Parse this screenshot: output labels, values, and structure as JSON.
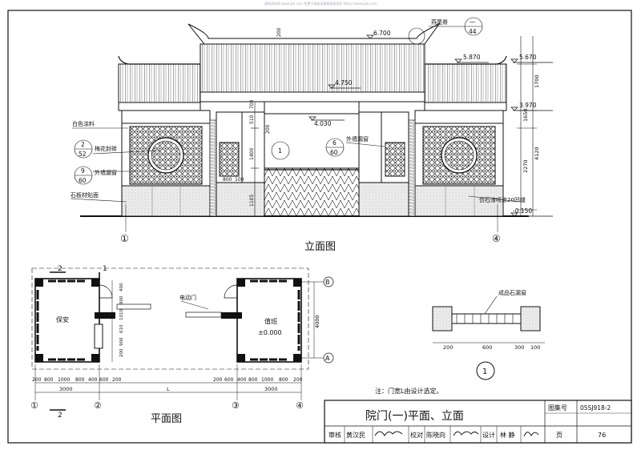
{
  "watermark": "建筑资料网 www.jzzl.com 免费下载各类建筑图纸资料 https://www.jzzl.com",
  "elevation": {
    "title": "立面图",
    "levels": [
      "6.700",
      "5.870",
      "5.670",
      "4.750",
      "3.970",
      "4.030",
      "-0.150"
    ],
    "dims_right": [
      "1700",
      "1650",
      "2270",
      "4120"
    ],
    "dims_left": [
      "510",
      "1400",
      "700",
      "200",
      "1105"
    ],
    "dims_mid": [
      "800",
      "100"
    ],
    "dim_roof": "200",
    "labels": {
      "white_paint": "白色涂料",
      "plum_frame": "梅花封砖",
      "outer_window": "外墙漏窗",
      "stone_base": "石板材贴面",
      "faux_stone": "仿石漆喷涂20凹缝",
      "swallow_ridge": "燕尾脊",
      "outer_window_2": "外墙漏窗"
    },
    "refs": [
      {
        "num": "2",
        "sheet": "52"
      },
      {
        "num": "9",
        "sheet": "60"
      },
      {
        "num": "6",
        "sheet": "60"
      },
      {
        "num": "1",
        "sheet": ""
      },
      {
        "num": "—",
        "sheet": "44"
      }
    ],
    "axes": [
      "①",
      "④"
    ]
  },
  "plan": {
    "title": "平面图",
    "room_left": "保安",
    "room_right": "值班",
    "level": "±0.000",
    "gate_label": "电动门",
    "dims_bottom_a": [
      "200",
      "800",
      "1000",
      "800",
      "400",
      "600",
      "200",
      "200",
      "600",
      "400",
      "800",
      "1000",
      "800",
      "200"
    ],
    "dims_bottom_b": [
      "3000",
      "L",
      "3000"
    ],
    "dims_left": [
      "200",
      "900",
      "610",
      "1010",
      "900",
      "400"
    ],
    "dims_right": [
      "4000"
    ],
    "axes_bottom": [
      "①",
      "②",
      "③",
      "④"
    ],
    "axes_right": [
      "B",
      "A"
    ],
    "section_marks": [
      "2",
      "1",
      "2"
    ]
  },
  "detail": {
    "label": "成品石漏窗",
    "dims": [
      "200",
      "600",
      "300",
      "100"
    ],
    "number": "1"
  },
  "note": "注：门宽L由设计选定。",
  "title_block": {
    "drawing_name": "院门(一)平面、立面",
    "atlas_label": "图集号",
    "atlas_no": "05SJ918-2",
    "review_label": "审核",
    "review_name": "黄汉民",
    "check_label": "校对",
    "check_name": "陈晓向",
    "design_label": "设计",
    "design_name": "林 静",
    "page_label": "页",
    "page_no": "76"
  }
}
